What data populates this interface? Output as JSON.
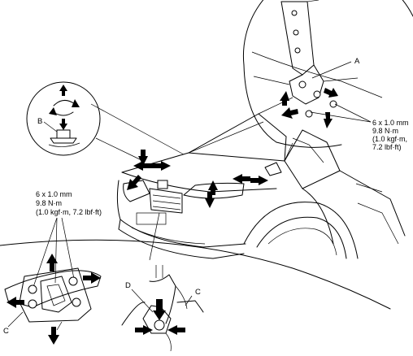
{
  "labels": {
    "a": "A",
    "b": "B",
    "c_left": "C",
    "c_right": "C",
    "d": "D"
  },
  "torque_right": {
    "line1": "6 x 1.0 mm",
    "line2": "9.8 N·m",
    "line3": "(1.0 kgf·m,",
    "line4": "7.2 lbf·ft)"
  },
  "torque_left": {
    "line1": "6 x 1.0 mm",
    "line2": "9.8 N·m",
    "line3": "(1.0 kgf·m, 7.2 lbf·ft)"
  },
  "icons": {
    "rotation": "curved-rotation-arrow-icon",
    "move": "solid-direction-arrow-icon"
  }
}
